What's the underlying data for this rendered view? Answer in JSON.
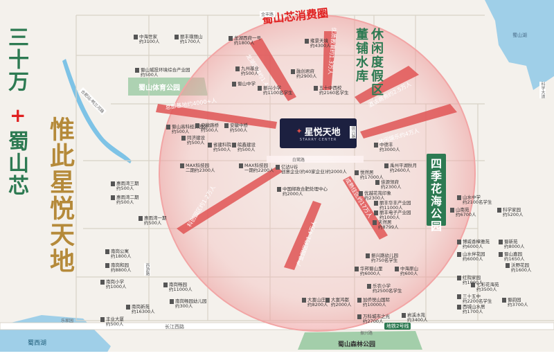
{
  "headline": {
    "left_col_1": "三十万",
    "plus": "+",
    "left_col_2": "蜀山芯",
    "right_col": "惟此星悦天地"
  },
  "circle_title": "蜀山芯消费圈",
  "brand": {
    "name_cn": "星悦天地",
    "name_en": "STARRY CENTER",
    "logo": "star-logo-icon"
  },
  "labels_green": [
    {
      "id": "xiuxian",
      "text": "休闲度假区"
    },
    {
      "id": "dongpu",
      "text": "董铺水库"
    },
    {
      "id": "sijihuahai",
      "text": "四季花海公园"
    }
  ],
  "parks": [
    {
      "id": "shushan-sports",
      "text": "蜀山体育公园"
    },
    {
      "id": "shushan-forest",
      "text": "蜀山森林公园"
    },
    {
      "id": "shushan-lake",
      "text": "蜀山湖"
    },
    {
      "id": "shuxi-lake",
      "text": "蜀西湖"
    }
  ],
  "arrows": [
    {
      "text": "龙湖区域约1.4万人"
    },
    {
      "text": "优质教育约1.3万人"
    },
    {
      "text": "酒店商务约2.5万人"
    },
    {
      "text": "总部基地约4000+人"
    },
    {
      "text": "休闲娱乐约4万人"
    },
    {
      "text": "科创园区约1.2万人"
    },
    {
      "text": "产业园区约1.4万人"
    },
    {
      "text": "成熟住区约17万人"
    }
  ],
  "roads": [
    {
      "id": "taoyuan",
      "text": "合肥站-鸭兰河路"
    },
    {
      "id": "zhenxing",
      "text": "振兴路"
    },
    {
      "id": "jingbian",
      "text": "金丰路"
    },
    {
      "id": "baiyan",
      "text": "白鹭路"
    },
    {
      "id": "changjiang",
      "text": "长江西路"
    },
    {
      "id": "metro",
      "text": "地铁2号线"
    },
    {
      "id": "xiyou",
      "text": "西游路"
    },
    {
      "id": "kexue",
      "text": "科学大道"
    },
    {
      "id": "yuexi",
      "text": "乐家园"
    },
    {
      "id": "zhenxing-s",
      "text": "振兴路"
    }
  ],
  "pois": [
    {
      "n": "中海世家",
      "p": "约3100人"
    },
    {
      "n": "丽丰璞丽山",
      "p": "约1700人"
    },
    {
      "n": "龙湖西府一号",
      "p": "约1800人"
    },
    {
      "n": "雍景天境",
      "p": "约4300人"
    },
    {
      "n": "蜀山城投环境综合产业园",
      "p": "约500人"
    },
    {
      "n": "九州基业",
      "p": "约500人"
    },
    {
      "n": "融创君府",
      "p": "约2900人"
    },
    {
      "n": "蜀山中学",
      "p": ""
    },
    {
      "n": "振兴小学",
      "p": "约1100名学生"
    },
    {
      "n": "五十中西校",
      "p": "约2160名学生"
    },
    {
      "n": "蜀山高科经济园区",
      "p": "约500人"
    },
    {
      "n": "安徽路桥",
      "p": "约500人"
    },
    {
      "n": "安徽中桥",
      "p": "约500人"
    },
    {
      "n": "同济建设",
      "p": "约500人"
    },
    {
      "n": "省建科院",
      "p": "约500人"
    },
    {
      "n": "皖鑫建设",
      "p": "约500人"
    },
    {
      "n": "MAX科技园",
      "p": "二期约2300人"
    },
    {
      "n": "MAX科技园",
      "p": "一期约2200人"
    },
    {
      "n": "亿达U谷",
      "p": "创意企业(约40家企业)约2000人"
    },
    {
      "n": "中国邮政合肥处理中心",
      "p": "约2000人"
    },
    {
      "n": "中德丰",
      "p": "约3000人"
    },
    {
      "n": "悦然居",
      "p": "约17000人"
    },
    {
      "n": "禹州平湖秋月",
      "p": "约2600人"
    },
    {
      "n": "佳源领府",
      "p": "约2300人"
    },
    {
      "n": "优越花苑印象",
      "p": "约2300人"
    },
    {
      "n": "丽丰华丰产业园",
      "p": "约11000人"
    },
    {
      "n": "丽丰电子产业园",
      "p": "约1000人"
    },
    {
      "n": "天然居",
      "p": "约8799人"
    },
    {
      "n": "惠雨湾三期",
      "p": "约500人"
    },
    {
      "n": "惠雨湾二期",
      "p": "约500人"
    },
    {
      "n": "惠雨湾一期",
      "p": "约500人"
    },
    {
      "n": "南岗公寓",
      "p": "约1800人"
    },
    {
      "n": "南岗和园",
      "p": "约8800人"
    },
    {
      "n": "南岗小学",
      "p": "约1000人"
    },
    {
      "n": "南岗畅园",
      "p": "约11000人"
    },
    {
      "n": "南岗畅园幼儿园",
      "p": "约300人"
    },
    {
      "n": "南岗新苑",
      "p": "约16300人"
    },
    {
      "n": "丰业大厦",
      "p": "约500人"
    },
    {
      "n": "振兴路幼儿园",
      "p": "约750名学生"
    },
    {
      "n": "华邦蜀山里",
      "p": "约6000人"
    },
    {
      "n": "中海原山",
      "p": "约600人"
    },
    {
      "n": "乐农小学",
      "p": "约2500名学生"
    },
    {
      "n": "大富山庄",
      "p": "约8200人"
    },
    {
      "n": "大富鸿都",
      "p": "约2000人"
    },
    {
      "n": "加侨悦山国际",
      "p": "约10000人"
    },
    {
      "n": "万科城市之光",
      "p": "约2700人"
    },
    {
      "n": "岩溪水苑",
      "p": "约3400人"
    },
    {
      "n": "山水中学",
      "p": "约2100名学生"
    },
    {
      "n": "山南苑",
      "p": "约6700人"
    },
    {
      "n": "科学家园",
      "p": "约5200人"
    },
    {
      "n": "博威香樟雅苑",
      "p": "约6000人"
    },
    {
      "n": "蜀新苑",
      "p": "约8000人"
    },
    {
      "n": "山水伴花园",
      "p": "约6000人"
    },
    {
      "n": "蜀山嘉园",
      "p": "约1650人"
    },
    {
      "n": "沃野花园",
      "p": "约1600人"
    },
    {
      "n": "红院家园",
      "p": "约1000人"
    },
    {
      "n": "三十五中",
      "p": "约2200名学生"
    },
    {
      "n": "七彩花海苑",
      "p": "约3500人"
    },
    {
      "n": "西城山水居",
      "p": "约1700人"
    },
    {
      "n": "蜀韵园",
      "p": "约3700人"
    }
  ],
  "colors": {
    "green": "#2d7a52",
    "red": "#e02020",
    "gold": "#b58a3a",
    "brand_bg": "#1c2040",
    "water": "#9fcfe8",
    "circle": "#f4b3b3"
  }
}
